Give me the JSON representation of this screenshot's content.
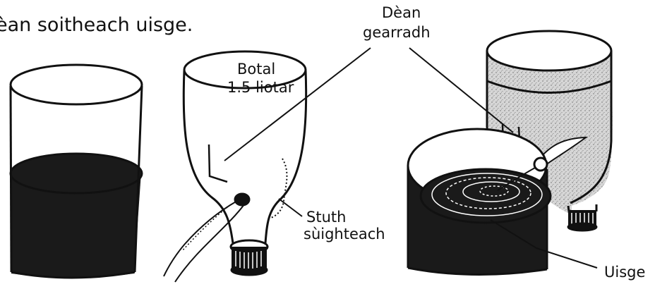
{
  "instruction": "èan soitheach uisge.",
  "labels": {
    "bottle_line1": "Botal",
    "bottle_line2": "1.5 liotar",
    "cut_line1": "Dèan",
    "cut_line2": "gearradh",
    "wick_line1": "Stuth",
    "wick_line2": "sùighteach",
    "water": "Uisge"
  },
  "colors": {
    "ink": "#111111",
    "fill_dark": "#1a1a1a",
    "fill_speckle": "#d6d6d6",
    "background": "#ffffff"
  }
}
